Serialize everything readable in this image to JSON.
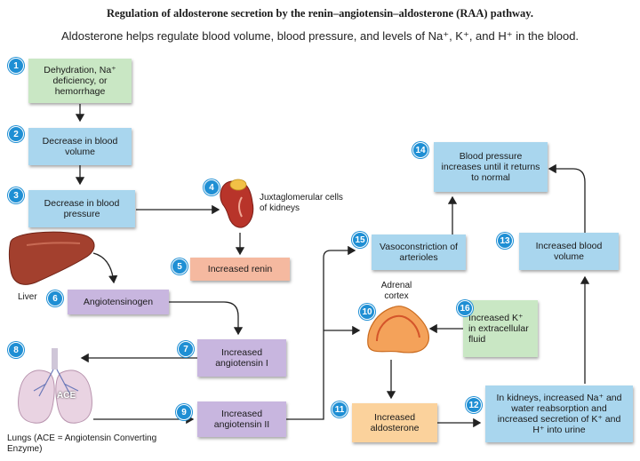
{
  "title": "Regulation of aldosterone secretion by the renin–angiotensin–aldosterone (RAA) pathway.",
  "subtitle": "Aldosterone helps regulate blood volume, blood pressure, and levels of Na⁺, K⁺, and H⁺ in the blood.",
  "steps": {
    "s1": {
      "num": "1",
      "text": "Dehydration, Na⁺ deficiency, or hemorrhage"
    },
    "s2": {
      "num": "2",
      "text": "Decrease in blood volume"
    },
    "s3": {
      "num": "3",
      "text": "Decrease in blood pressure"
    },
    "s4": {
      "num": "4",
      "text": "Juxtaglomerular cells of kidneys"
    },
    "s5": {
      "num": "5",
      "text": "Increased renin"
    },
    "s6": {
      "num": "6",
      "text": "Angiotensinogen"
    },
    "s7": {
      "num": "7",
      "text": "Increased angiotensin I"
    },
    "s8": {
      "num": "8",
      "text": "ACE"
    },
    "s9": {
      "num": "9",
      "text": "Increased angiotensin II"
    },
    "s10": {
      "num": "10",
      "text": "Adrenal cortex"
    },
    "s11": {
      "num": "11",
      "text": "Increased aldosterone"
    },
    "s12": {
      "num": "12",
      "text": "In kidneys, increased Na⁺ and water reabsorption and increased secretion of K⁺ and H⁺ into urine"
    },
    "s13": {
      "num": "13",
      "text": "Increased blood volume"
    },
    "s14": {
      "num": "14",
      "text": "Blood pressure increases until it returns to normal"
    },
    "s15": {
      "num": "15",
      "text": "Vasoconstriction of arterioles"
    },
    "s16": {
      "num": "16",
      "text": "Increased K⁺ in extracellular fluid"
    }
  },
  "labels": {
    "liver": "Liver",
    "lungs": "Lungs (ACE = Angiotensin Converting Enzyme)"
  },
  "colors": {
    "blue": "#a9d6ee",
    "green": "#c9e7c4",
    "salmon": "#f5b9a0",
    "purple": "#c8b6df",
    "orange": "#fbd29c",
    "number_badge": "#1f8fd4"
  }
}
